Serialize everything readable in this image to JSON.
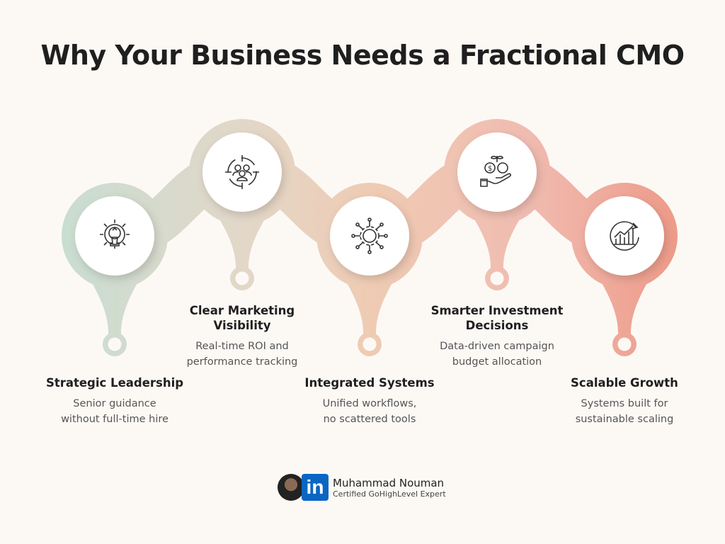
{
  "title": "Why Your Business Needs a Fractional CMO",
  "steps": [
    {
      "title": "Strategic Leadership",
      "desc1": "Senior guidance",
      "desc2": "without full-time hire",
      "icon": "gear-lightbulb-chess-icon"
    },
    {
      "title": "Clear Marketing Visibility",
      "desc1": "Real-time ROI and",
      "desc2": "performance tracking",
      "icon": "target-audience-icon"
    },
    {
      "title": "Integrated Systems",
      "desc1": "Unified workflows,",
      "desc2": "no scattered tools",
      "icon": "network-hub-icon"
    },
    {
      "title": "Smarter Investment Decisions",
      "desc1": "Data-driven campaign",
      "desc2": "budget allocation",
      "icon": "hand-money-growth-icon"
    },
    {
      "title": "Scalable Growth",
      "desc1": "Systems built for",
      "desc2": "sustainable scaling",
      "icon": "growth-chart-arrow-icon"
    }
  ],
  "brand": {
    "name": "Muhammad Nouman",
    "role": "Certified GoHighLevel Expert",
    "badge": "in"
  },
  "colors": {
    "start": "#c9ddd1",
    "mid1": "#e3d7c8",
    "mid2": "#efcbb3",
    "mid3": "#f0bcb1",
    "end": "#ee9a88"
  }
}
